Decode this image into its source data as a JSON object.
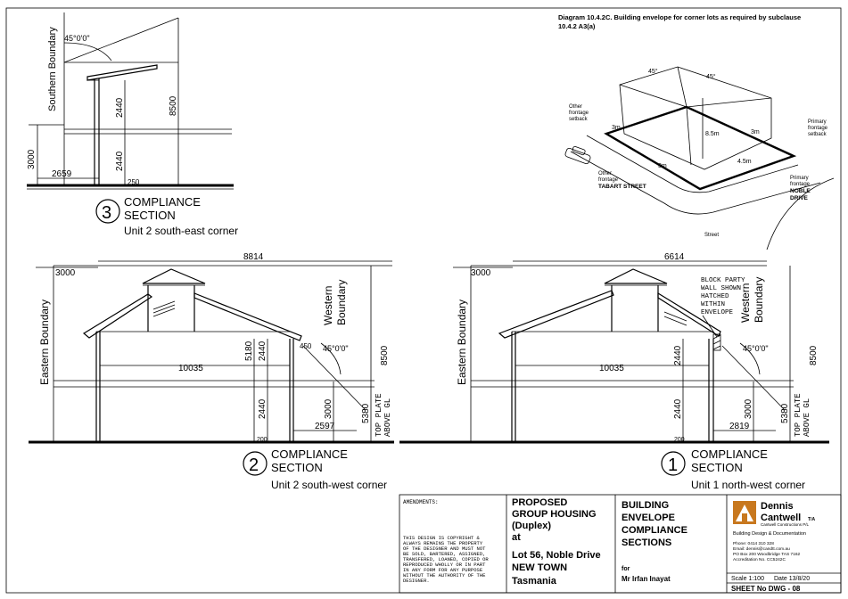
{
  "sections": {
    "s3": {
      "number": "3",
      "title_line1": "COMPLIANCE",
      "title_line2": "SECTION",
      "subtitle": "Unit 2 south-east corner",
      "boundary_label": "Southern Boundary",
      "angle": "45°0'0\"",
      "dims": {
        "h8500": "8500",
        "h2440a": "2440",
        "h2440b": "2440",
        "h3000": "3000",
        "w2659": "2659",
        "w250": "250"
      }
    },
    "s2": {
      "number": "2",
      "title_line1": "COMPLIANCE",
      "title_line2": "SECTION",
      "subtitle": "Unit 2 south-west corner",
      "boundary_left": "Eastern Boundary",
      "boundary_right": "Western Boundary",
      "angle": "45°0'0\"",
      "dims": {
        "w3000": "3000",
        "w8814": "8814",
        "w10035": "10035",
        "h5180": "5180",
        "h2440a": "2440",
        "h2440b": "2440",
        "h3000": "3000",
        "h8500": "8500",
        "h5380": "5380",
        "top_plate": "TOP PLATE",
        "above_gl": "ABOVE GL",
        "w2597": "2597",
        "w450": "450",
        "w200": "200"
      }
    },
    "s1": {
      "number": "1",
      "title_line1": "COMPLIANCE",
      "title_line2": "SECTION",
      "subtitle": "Unit 1 north-west corner",
      "boundary_left": "Eastern Boundary",
      "boundary_right": "Western Boundary",
      "angle": "45°0'0\"",
      "note": [
        "BLOCK PARTY",
        "WALL SHOWN",
        "HATCHED",
        "WITHIN",
        "ENVELOPE"
      ],
      "dims": {
        "w3000": "3000",
        "w6614": "6614",
        "w10035": "10035",
        "h2440a": "2440",
        "h2440b": "2440",
        "h3000": "3000",
        "h8500": "8500",
        "h5380": "5380",
        "top_plate": "TOP PLATE",
        "above_gl": "ABOVE GL",
        "w2819": "2819",
        "w200": "200"
      }
    }
  },
  "diagram": {
    "title_line1": "Diagram 10.4.2C. Building envelope for corner lots as required by subclause",
    "title_line2": "10.4.2 A3(a)",
    "angle_a": "45°",
    "angle_b": "45°",
    "other_setback": [
      "Other",
      "frontage",
      "setback"
    ],
    "primary_setback": [
      "Primary",
      "frontage",
      "setback"
    ],
    "dim_3m_a": "3m",
    "dim_3m_b": "3m",
    "dim_3m_c": "3m",
    "dim_85m": "8.5m",
    "dim_45m": "4.5m",
    "other_frontage": [
      "Other",
      "frontage"
    ],
    "street_a": "TABART STREET",
    "primary_frontage": [
      "Primary",
      "frontage"
    ],
    "street_b": [
      "NOBLE",
      "DRIVE"
    ],
    "street_label": "Street"
  },
  "title_block": {
    "amendments": "AMENDMENTS:",
    "copyright": [
      "THIS DESIGN IS COPYRIGHT &",
      "ALWAYS REMAINS THE PROPERTY",
      "OF THE DESIGNER AND MUST NOT",
      "BE SOLD, BARTERED, ASSIGNED,",
      "TRANSFERED, LOANED, COPIED OR",
      "REPRODUCED WHOLLY OR IN PART",
      "IN ANY FORM FOR ANY PURPOSE",
      "WITHOUT THE AUTHORITY OF THE",
      "DESIGNER."
    ],
    "project": [
      "PROPOSED",
      "GROUP HOUSING",
      "(Duplex)",
      "at",
      "Lot 56, Noble Drive",
      "NEW TOWN",
      "Tasmania"
    ],
    "drawing_title": [
      "BUILDING",
      "ENVELOPE",
      "COMPLIANCE",
      "SECTIONS"
    ],
    "for_label": "for",
    "client": "Mr Irfan Inayat",
    "company_line1": "Dennis",
    "company_line2": "Cantwell",
    "company_ta": "T/A",
    "company_sub": "Cantwell Constructions P/L",
    "services": "Building Design & Documentation",
    "contact": [
      "Phone: 0414 310 328",
      "Email: dennis@candtt.com.au",
      "PO Box 200 Woodbridge TAS 7162",
      "Accreditation No. CC5242C"
    ],
    "scale": "Scale  1:100",
    "date": "Date  13/8/20",
    "sheet": "SHEET No  DWG - 08",
    "brand_color": "#c8781e"
  }
}
